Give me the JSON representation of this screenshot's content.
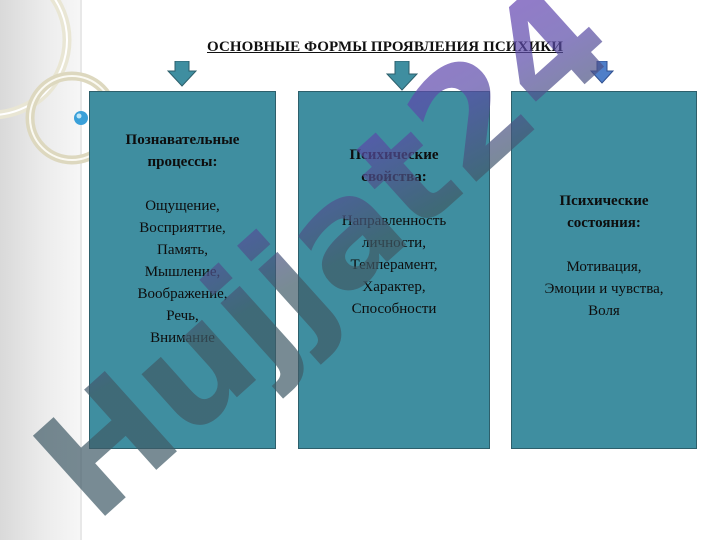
{
  "title": "ОСНОВНЫЕ ФОРМЫ ПРОЯВЛЕНИЯ ПСИХИКИ",
  "colors": {
    "box_fill": "#3f8ea0",
    "box_border": "#2d5f6b",
    "arrow_fill": "#3f8ea0",
    "arrow_fill_right": "#4f7fc9",
    "watermark_slate": "#3f5a66",
    "watermark_violet": "#6a3fb8"
  },
  "boxes": [
    {
      "title": [
        "Познавательные",
        "процессы:"
      ],
      "items": [
        "Ощущение,",
        "Восприяттие,",
        "Память,",
        "Мышление,",
        "Воображение,",
        "Речь,",
        "Внимание"
      ]
    },
    {
      "title": [
        "Психические",
        "свойства:"
      ],
      "items": [
        "Направленность",
        "личности,",
        "Темперамент,",
        "Характер,",
        "Способности"
      ]
    },
    {
      "title": [
        "Психические",
        "состояния:"
      ],
      "items": [
        "Мотивация,",
        "Эмоции и чувства,",
        "Воля"
      ]
    }
  ],
  "watermark": "Hujjat24"
}
